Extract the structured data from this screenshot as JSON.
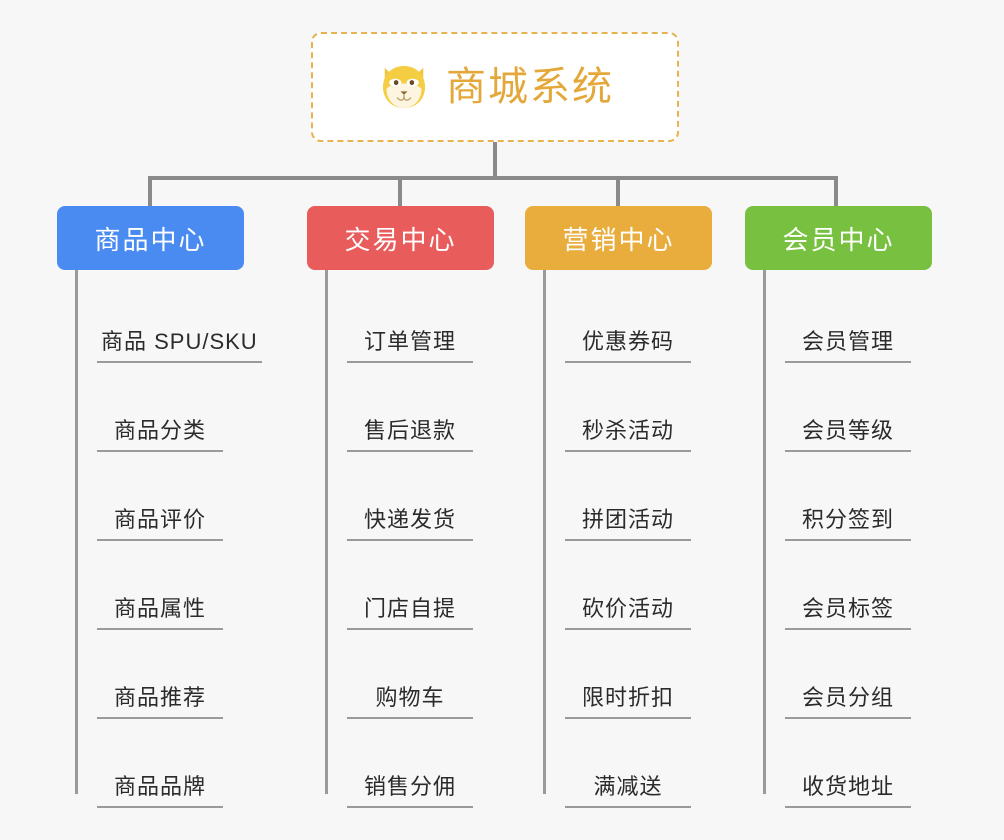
{
  "root": {
    "title": "商城系统",
    "icon": "shiba-dog-face-icon",
    "border_color": "#e8b250",
    "text_color": "#e3a839",
    "background": "#ffffff"
  },
  "page": {
    "background": "#f7f7f7",
    "connector_color": "#8a8a8a"
  },
  "branches": [
    {
      "label": "商品中心",
      "color": "#4a8bf2",
      "items": [
        "商品 SPU/SKU",
        "商品分类",
        "商品评价",
        "商品属性",
        "商品推荐",
        "商品品牌"
      ]
    },
    {
      "label": "交易中心",
      "color": "#e85c5c",
      "items": [
        "订单管理",
        "售后退款",
        "快递发货",
        "门店自提",
        "购物车",
        "销售分佣"
      ]
    },
    {
      "label": "营销中心",
      "color": "#e8ad3c",
      "items": [
        "优惠券码",
        "秒杀活动",
        "拼团活动",
        "砍价活动",
        "限时折扣",
        "满减送"
      ]
    },
    {
      "label": "会员中心",
      "color": "#77c040",
      "items": [
        "会员管理",
        "会员等级",
        "积分签到",
        "会员标签",
        "会员分组",
        "收货地址"
      ]
    }
  ]
}
